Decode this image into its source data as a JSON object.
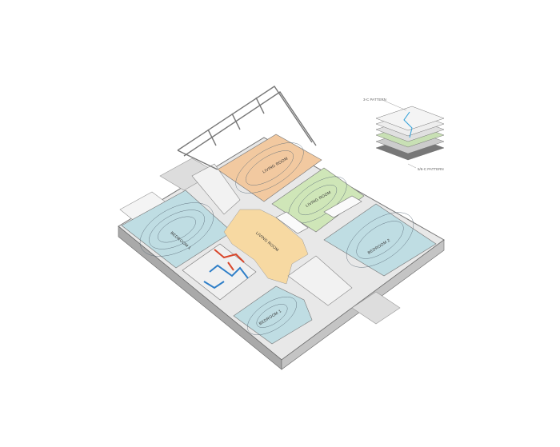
{
  "rooms": {
    "living_room_top": "LIVING ROOM",
    "living_room_green": "LIVING ROOM",
    "living_room_center": "LIVING ROOM",
    "bedroom_left": "BEDROOM 1",
    "bedroom_bottom": "BEDROOM 1",
    "bedroom_right": "BEDROOM 2"
  },
  "detail": {
    "top_callout": "3-C PATTERN",
    "bottom_callout": "5/6-C PATTERN"
  },
  "colors": {
    "bedroom": "#bfdde3",
    "living_orange": "#f2c9a0",
    "living_green": "#cfe6b8",
    "hall": "#f7d9a2",
    "wall": "#9a9a9a",
    "pipe_red": "#d9472b",
    "pipe_blue": "#2f7fc8"
  }
}
